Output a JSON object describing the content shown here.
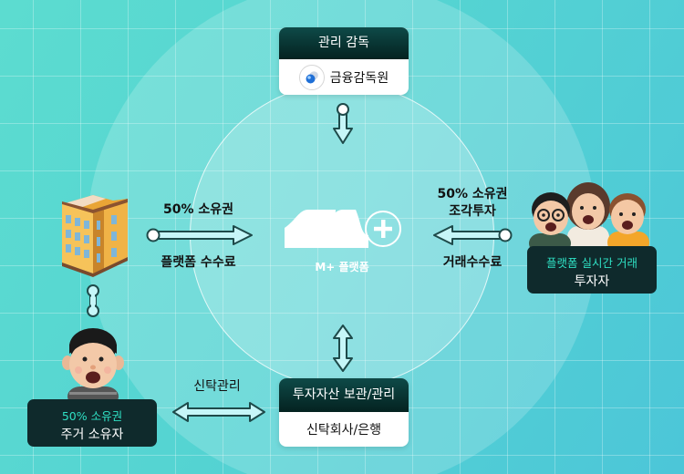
{
  "diagram": {
    "center": {
      "logo_caption": "M+ 플랫폼",
      "logo_icon": "m-plus-logo-icon"
    },
    "top_card": {
      "header": "관리 감독",
      "body": "금융감독원",
      "icon": "fss-emblem-icon"
    },
    "bottom_card": {
      "header": "투자자산 보관/관리",
      "body": "신탁회사/은행"
    },
    "left_node": {
      "icon": "apartment-building-icon"
    },
    "owner_node": {
      "icon": "owner-avatar-icon",
      "accent_label": "50% 소유권",
      "label": "주거 소유자"
    },
    "investor_node": {
      "icon": "investors-group-icon",
      "accent_label": "플랫폼 실시간 거래",
      "label": "투자자"
    },
    "edges": {
      "left_to_center": {
        "top_label": "50% 소유권",
        "bottom_label": "플랫폼 수수료"
      },
      "right_to_center": {
        "top_label_line1": "50% 소유권",
        "top_label_line2": "조각투자",
        "bottom_label": "거래수수료"
      },
      "owner_to_trust": {
        "label": "신탁관리"
      }
    },
    "colors": {
      "bg_left": "#5cdcd0",
      "bg_right": "#4cc6d8",
      "card_header": "#042220",
      "dark_label_bg": "#0f2a2c",
      "accent_text": "#2fe0c4",
      "arrow_fill": "#bff6fa",
      "arrow_stroke": "#1e4a4a"
    }
  }
}
